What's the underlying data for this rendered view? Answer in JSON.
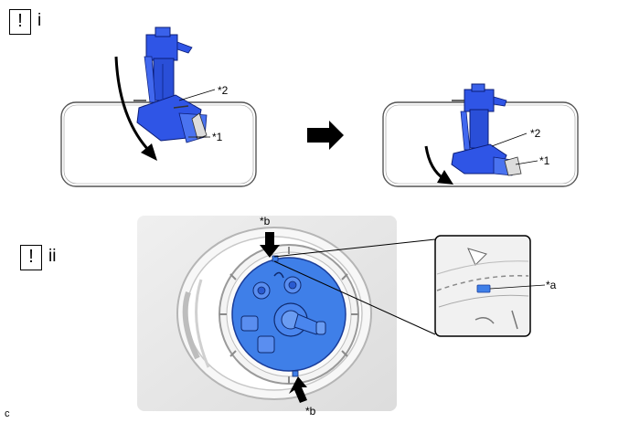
{
  "steps": [
    {
      "symbol": "!",
      "number": "i"
    },
    {
      "symbol": "!",
      "number": "ii"
    }
  ],
  "labels": {
    "star1_left": "*1",
    "star2_left": "*2",
    "star1_right": "*1",
    "star2_right": "*2",
    "star_b_top": "*b",
    "star_b_bottom": "*b",
    "star_a": "*a"
  },
  "footer": "c",
  "colors": {
    "part_blue": "#2f55e6",
    "highlight_blue": "#3f7fe8",
    "tank_outline": "#555555",
    "arrow_black": "#000000",
    "photo_gray": "#e6e6e6"
  }
}
